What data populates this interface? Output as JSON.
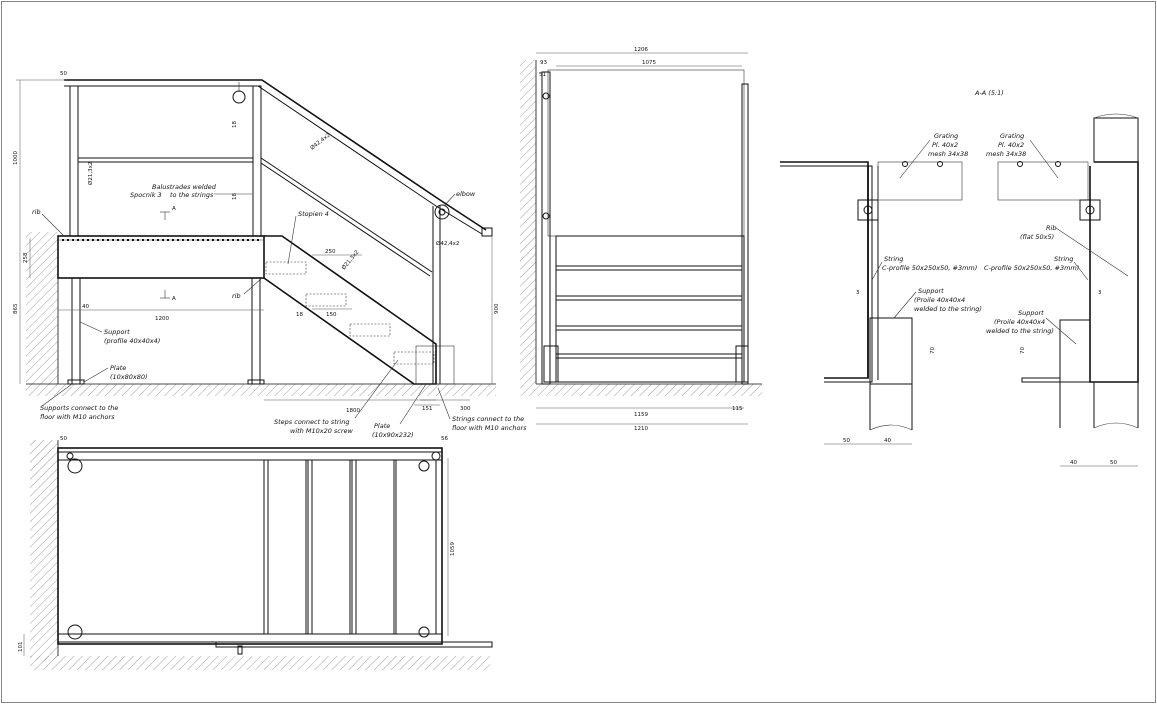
{
  "labels": {
    "rib_left": "rib",
    "rib_mid": "rib",
    "balustrades": "Balustrades welded",
    "to_strings": "to the strings",
    "spocnik": "Spocnik 3",
    "stopien": "Stopien 4",
    "elbow": "elbow",
    "section_a_top": "A",
    "section_a_bot": "A",
    "support": "Support",
    "support_profile": "(profile 40x40x4)",
    "plate": "Plate",
    "plate_size": "(10x80x80)",
    "supports_connect": "Supports connect to the",
    "floor_m10": "floor with M10 anchors",
    "steps_connect": "Steps connect to string",
    "with_screw": "with M10x20 screw",
    "plate2": "Plate",
    "plate2_size": "(10x90x232)",
    "strings_connect": "Strings connect to the",
    "floor_m10_2": "floor with M10 anchors",
    "pipe_42_a": "Ø42,4x2",
    "pipe_42_b": "Ø42,4x2",
    "pipe_21_a": "Ø21,3x2",
    "pipe_21_b": "Ø21,3x2",
    "section_title": "A-A (5:1)",
    "grating_l": "Grating",
    "grating_l_pl": "Pl. 40x2",
    "grating_l_mesh": "mesh 34x38",
    "grating_r": "Grating",
    "grating_r_pl": "Pl. 40x2",
    "grating_r_mesh": "mesh 34x38",
    "rib_r": "Rib",
    "rib_r_size": "(flat 50x5)",
    "string_l": "String",
    "string_l_profile": "C-profile 50x250x50, #3mm)",
    "string_r": "String",
    "string_r_profile": "C-profile 50x250x50, #3mm)",
    "support_l": "Support",
    "support_l_1": "(Proile 40x40x4",
    "support_l_2": "welded to the string)",
    "support_r": "Support",
    "support_r_1": "(Proile 40x40x4",
    "support_r_2": "welded to the string)"
  },
  "dims": {
    "d50_top": "50",
    "d1000": "1000",
    "d865": "865",
    "d258": "258",
    "d18a": "18",
    "d18b": "18",
    "d40": "40",
    "d1200": "1200",
    "d250": "250",
    "d150": "150",
    "d18c": "18",
    "d1800": "1800",
    "d151": "151",
    "d300": "300",
    "d900": "900",
    "d1206": "1206",
    "d93": "93",
    "d1075": "1075",
    "d51": "51",
    "d1159": "1159",
    "d115": "115",
    "d1210": "1210",
    "d50_plan": "50",
    "d56_plan": "56",
    "d1059": "1059",
    "d101": "101",
    "d3_l": "3",
    "d3_r": "3",
    "d70_l": "70",
    "d70_r": "70",
    "d50_sl": "50",
    "d40_sl": "40",
    "d40_sr": "40",
    "d50_sr": "50"
  }
}
